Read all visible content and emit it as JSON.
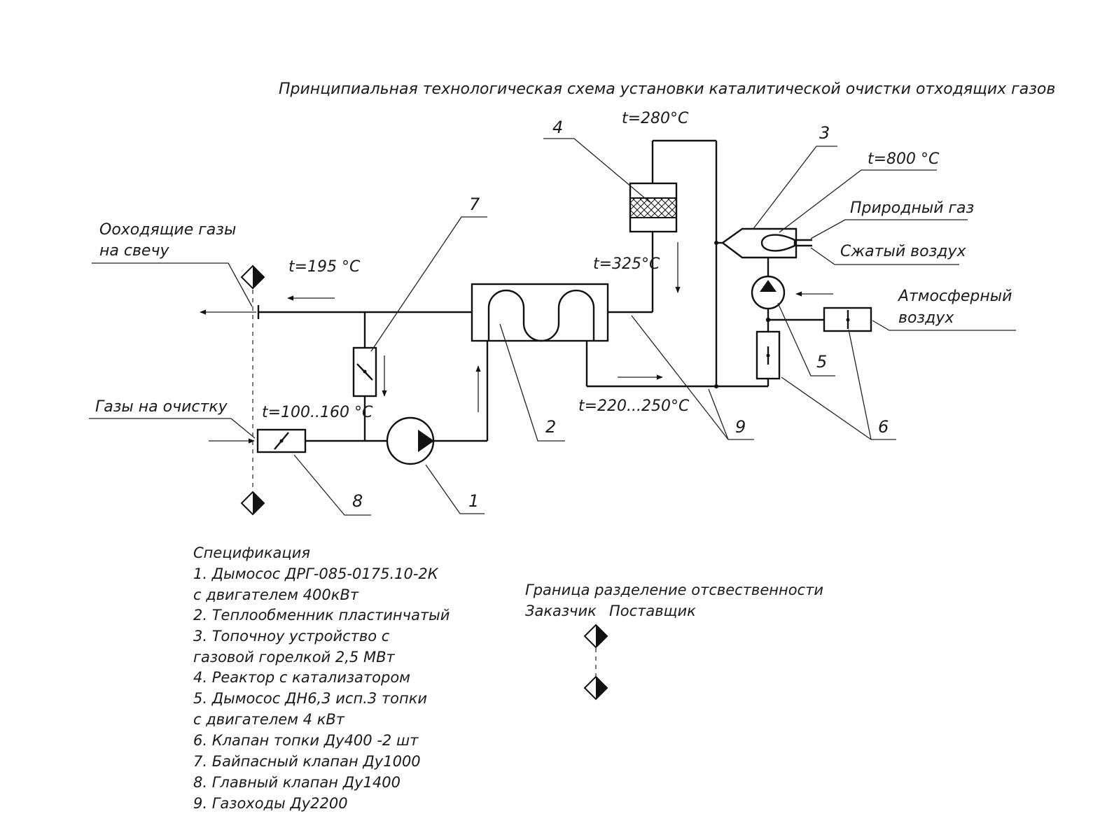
{
  "title": "Принципиальная технологическая схема установки каталитической очистки отходящих газов",
  "labels": {
    "exhaust_line1": "Ооходящие газы",
    "exhaust_line2": "на свечу",
    "gas_to_cleaning": "Газы на очистку",
    "natural_gas": "Природный газ",
    "compressed_air": "Сжатый воздух",
    "atm_air_line1": "Атмосферный",
    "atm_air_line2": "воздух"
  },
  "temperatures": {
    "t_195": "t=195 °C",
    "t_280": "t=280°C",
    "t_800": "t=800 °C",
    "t_325": "t=325°C",
    "t_100_160": "t=100..160 °C",
    "t_220_250": "t=220...250°C"
  },
  "callouts": [
    "1",
    "2",
    "3",
    "4",
    "5",
    "6",
    "7",
    "8",
    "9"
  ],
  "specification": {
    "heading": "Спецификация",
    "lines": [
      "1. Дымосос ДРГ-085-0175.10-2К",
      "с двигателем 400кВт",
      "2. Теплообменник пластинчатый",
      "3. Топочноу устройство с",
      "газовой горелкой 2,5 МВт",
      "4. Реактор с катализатором",
      "5. Дымосос ДН6,3 исп.3 топки",
      "с двигателем 4 кВт",
      "6. Клапан топки Ду400 -2 шт",
      "7. Байпасный клапан Ду1000",
      "8. Главный клапан Ду1400",
      "9. Газоходы Ду2200"
    ]
  },
  "legend": {
    "title": "Граница разделение отсвественности",
    "customer": "Заказчик",
    "supplier": "Поставщик"
  },
  "colors": {
    "line": "#111111",
    "background": "#ffffff"
  }
}
